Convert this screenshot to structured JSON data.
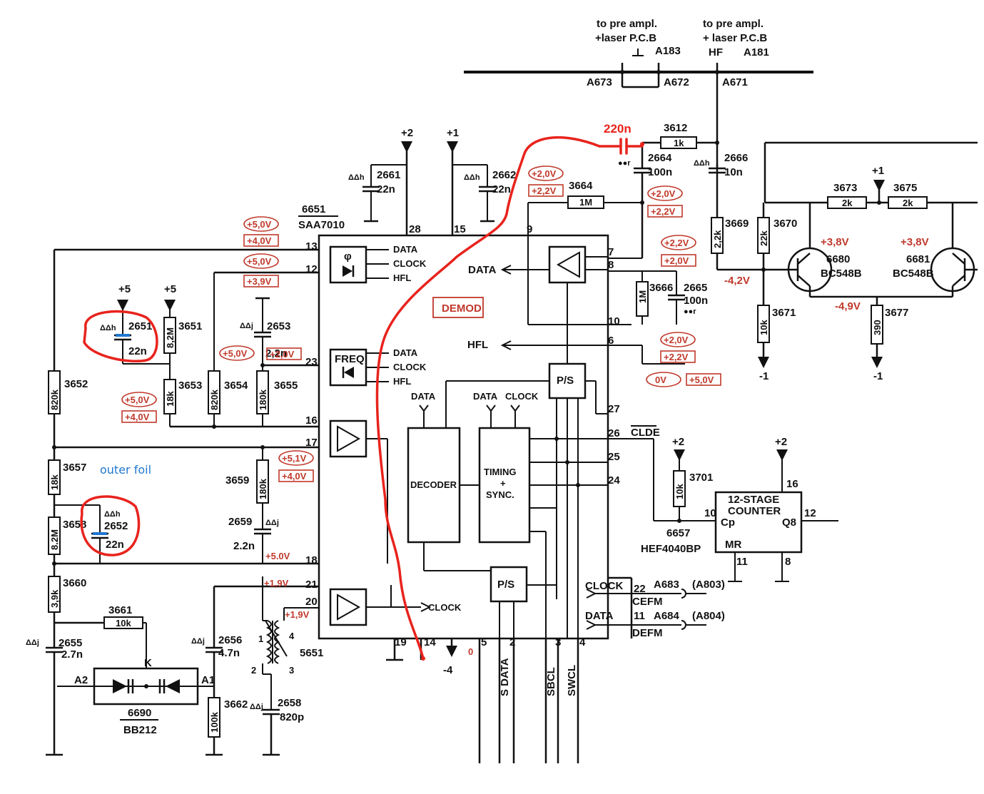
{
  "header": {
    "to_preampl_1": "to pre ampl.",
    "laser_pcb_1": "+laser P.C.B",
    "to_preampl_2": "to pre ampl.",
    "laser_pcb_2": "+ laser P.C.B",
    "hf": "HF",
    "a183": "A183",
    "a181": "A181",
    "a673": "A673",
    "a672": "A672",
    "a671": "A671"
  },
  "ic": {
    "ref": "6651",
    "part": "SAA7010",
    "demod": "DEMOD",
    "decoder": "DECODER",
    "timing": "TIMING",
    "timing_plus": "+",
    "sync": "SYNC.",
    "ps1": "P/S",
    "ps2": "P/S",
    "freq": "FREQ",
    "phi": "φ",
    "data": "DATA",
    "clock": "CLOCK",
    "hfl": "HFL",
    "out_data": "DATA",
    "out_hfl": "HFL",
    "out_clock": "CLOCK",
    "dec_data": "DATA",
    "tim_data": "DATA",
    "tim_clock": "CLOCK",
    "pins": [
      "13",
      "12",
      "23",
      "16",
      "17",
      "18",
      "21",
      "20",
      "19",
      "14",
      "5",
      "2",
      "3",
      "4",
      "28",
      "15",
      "9",
      "7",
      "8",
      "10",
      "6",
      "27",
      "26",
      "25",
      "24",
      "22",
      "11"
    ]
  },
  "counter": {
    "title1": "12-STAGE",
    "title2": "COUNTER",
    "cp": "Cp",
    "q8": "Q8",
    "mr": "MR",
    "ref": "6657",
    "part": "HEF4040BP",
    "pin10": "10",
    "pin12": "12",
    "pin16": "16",
    "pin11": "11",
    "pin8": "8",
    "clde": "CLDE"
  },
  "outputs": {
    "clock": "CLOCK",
    "data": "DATA",
    "pin22": "22",
    "pin11": "11",
    "cefm": "CEFM",
    "defm": "DEFM",
    "a683": "A683",
    "a803": "(A803)",
    "a684": "A684",
    "a804": "(A804)",
    "s_data": "S DATA",
    "sbcl": "SBCL",
    "swcl": "SWCL",
    "minus4": "-4",
    "zero": "0"
  },
  "components": {
    "r3612": "3612",
    "r3612_v": "1k",
    "c2664": "2664",
    "c2664_v": "100n",
    "c2666": "2666",
    "c2666_v": "10n",
    "c2661": "2661",
    "c2661_v": "22n",
    "c2662": "2662",
    "c2662_v": "22n",
    "r3664": "3664",
    "r3664_v": "1M",
    "r3673": "3673",
    "r3673_v": "2k",
    "r3675": "3675",
    "r3675_v": "2k",
    "r3669": "3669",
    "r3669_v": "2,2k",
    "r3670": "3670",
    "r3670_v": "22k",
    "q6680": "6680",
    "q6680_t": "BC548B",
    "q6681": "6681",
    "q6681_t": "BC548B",
    "r3671": "3671",
    "r3671_v": "10k",
    "r3677": "3677",
    "r3677_v": "390",
    "r3666": "3666",
    "r3666_v": "1M",
    "c2665": "2665",
    "c2665_v": "100n",
    "c2651": "2651",
    "c2651_v": "22n",
    "r3651": "3651",
    "r3651_v": "8,2M",
    "c2653": "2653",
    "c2653_v": "2,2n",
    "r3652": "3652",
    "r3652_v": "820k",
    "r3653": "3653",
    "r3653_v": "18k",
    "r3654": "3654",
    "r3654_v": "820k",
    "r3655": "3655",
    "r3655_v": "180k",
    "r3657": "3657",
    "r3657_v": "18k",
    "r3659": "3659",
    "r3659_v": "180k",
    "c2659": "2659",
    "c2659_v": "2.2n",
    "r3658": "3658",
    "r3658_v": "8.2M",
    "c2652": "2652",
    "c2652_v": "22n",
    "r3660": "3660",
    "r3660_v": "3,9k",
    "r3661": "3661",
    "r3661_v": "10k",
    "c2655": "2655",
    "c2655_v": "2.7n",
    "c2656": "2656",
    "c2656_v": "4.7n",
    "l5651": "5651",
    "c2658": "2658",
    "c2658_v": "820p",
    "r3662": "3662",
    "r3662_v": "100k",
    "d6690": "6690",
    "d6690_t": "BB212",
    "r3701": "3701",
    "r3701_v": "10k",
    "a2": "A2",
    "a1": "A1",
    "k": "K",
    "coil_1": "1",
    "coil_2": "2",
    "coil_3": "3",
    "coil_4": "4"
  },
  "rails": {
    "p2": "+2",
    "p1": "+1",
    "p5a": "+5",
    "p5b": "+5",
    "m1a": "-1",
    "m1b": "-1",
    "p1b": "+1",
    "p2b": "+2",
    "p2c": "+2"
  },
  "marks": {
    "ah": "ΔΔh",
    "aj": "ΔΔj",
    "or": "●●r"
  },
  "voltages": {
    "v1": "+5,0V",
    "v2": "+4,0V",
    "v3": "+5,0V",
    "v4": "+3,9V",
    "v5": "+5,0V",
    "v6": "+2,0V",
    "v7": "+5,0V",
    "v8": "+4,0V",
    "v9": "+5,1V",
    "v10": "+4,0V",
    "v11": "+5.0V",
    "v12": "+1,9V",
    "v13": "+1,9V",
    "v14": "+2,0V",
    "v15": "+2,2V",
    "v16": "+2,0V",
    "v17": "+2,2V",
    "v18": "+2,2V",
    "v19": "+2,0V",
    "v20": "+2,0V",
    "v21": "+2,2V",
    "v22": "0V",
    "v23": "+5,0V",
    "v24": "+3,8V",
    "v25": "+3,8V",
    "v26": "-4,2V",
    "v27": "-4,9V"
  },
  "annotations": {
    "added_cap": "220n",
    "outer_foil": "outer foil"
  },
  "colors": {
    "ink": "#111111",
    "annotation_red": "#e8231d",
    "voltage_red": "#c0392b",
    "foil_blue": "#1f78d1"
  }
}
